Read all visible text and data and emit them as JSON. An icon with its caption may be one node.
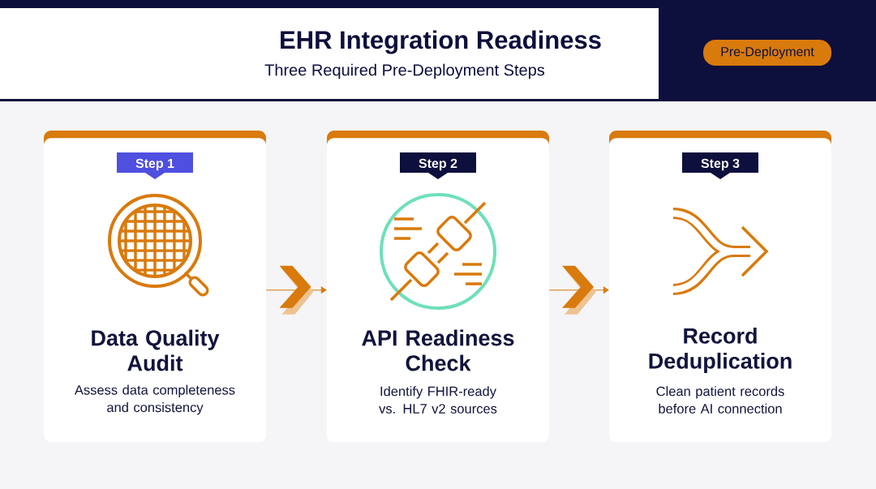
{
  "diagram": {
    "title": "EHR Integration Readiness",
    "nodes": [
      {
        "text": [
          "Pre-Deployment"
        ]
      },
      {
        "text": [
          "Step 1",
          "Data Quality Audit",
          "Assess data completeness and consistency"
        ]
      },
      {
        "text": [
          "Step 2",
          "API Readiness Check",
          "Identify FHIR-ready vs. HL7 v2 sources"
        ]
      },
      {
        "text": [
          "Step 3",
          "Record Deduplication",
          "Clean patient records before AI connection"
        ]
      }
    ],
    "edges": [
      {
        "from": 1,
        "to": 2,
        "arrow": "to"
      },
      {
        "from": 2,
        "to": 3,
        "arrow": "to"
      }
    ],
    "labels": [
      "Three Required Pre-Deployment Steps"
    ]
  }
}
